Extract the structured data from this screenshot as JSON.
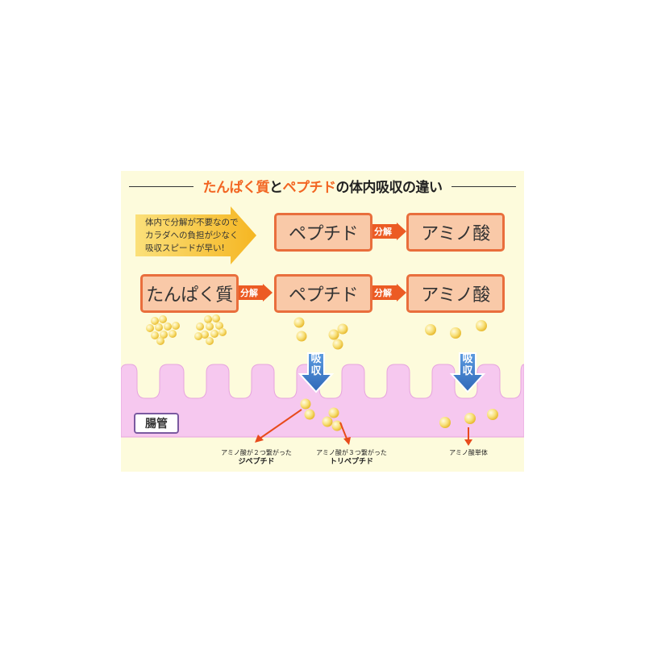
{
  "title": {
    "part1": "たんぱく質",
    "part2": "と",
    "part3": "ペプチド",
    "part4": "の体内吸収の違い"
  },
  "colors": {
    "panel_bg": "#fdfbdc",
    "accent_orange": "#e96e3c",
    "box_fill": "#f9c9a8",
    "intestine_pink": "#f6c8ef",
    "absorb_blue": "#3b79c8"
  },
  "note": {
    "line1": "体内で分解が不要なので",
    "line2": "カラダへの負担が少なく",
    "line3": "吸収スピードが早い!"
  },
  "row1": {
    "box_peptide": "ペプチド",
    "split": "分解",
    "box_amino": "アミノ酸"
  },
  "row2": {
    "box_protein": "たんぱく質",
    "split1": "分解",
    "box_peptide": "ペプチド",
    "split2": "分解",
    "box_amino": "アミノ酸"
  },
  "absorb": {
    "line1": "吸",
    "line2": "収"
  },
  "intestine_label": "腸管",
  "captions": {
    "di": {
      "line1": "アミノ酸が２つ繋がった",
      "line2": "ジペプチド"
    },
    "tri": {
      "line1": "アミノ酸が３つ繋がった",
      "line2": "トリペプチド"
    },
    "single": {
      "line1": "アミノ酸単体"
    }
  }
}
